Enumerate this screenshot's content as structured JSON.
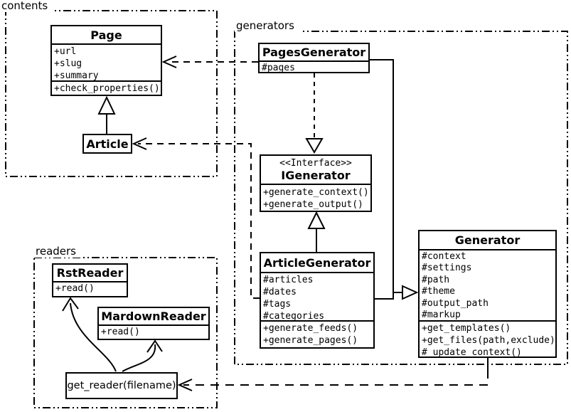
{
  "packages": {
    "contents": {
      "label": "contents"
    },
    "generators": {
      "label": "generators"
    },
    "readers": {
      "label": "readers"
    }
  },
  "classes": {
    "page": {
      "name": "Page",
      "attributes": [
        "+url",
        "+slug",
        "+summary"
      ],
      "methods": [
        "+check_properties()"
      ]
    },
    "article": {
      "name": "Article"
    },
    "pages_generator": {
      "name": "PagesGenerator",
      "attributes": [
        "#pages"
      ]
    },
    "igenerator": {
      "stereotype": "<<Interface>>",
      "name": "IGenerator",
      "methods": [
        "+generate_context()",
        "+generate_output()"
      ]
    },
    "article_generator": {
      "name": "ArticleGenerator",
      "attributes": [
        "#articles",
        "#dates",
        "#tags",
        "#categories"
      ],
      "methods": [
        "+generate_feeds()",
        "+generate_pages()"
      ]
    },
    "generator": {
      "name": "Generator",
      "attributes": [
        "#context",
        "#settings",
        "#path",
        "#theme",
        "#output_path",
        "#markup"
      ],
      "methods": [
        "+get_templates()",
        "+get_files(path,exclude)",
        "#_update_context()"
      ]
    },
    "rst_reader": {
      "name": "RstReader",
      "methods": [
        "+read()"
      ]
    },
    "mardown_reader": {
      "name": "MardownReader",
      "methods": [
        "+read()"
      ]
    },
    "get_reader": {
      "label": "get_reader(filename)"
    }
  },
  "relationships": [
    {
      "type": "inheritance",
      "from": "Article",
      "to": "Page"
    },
    {
      "type": "dependency",
      "from": "PagesGenerator",
      "to": "Page"
    },
    {
      "type": "dependency",
      "from": "ArticleGenerator",
      "to": "Article"
    },
    {
      "type": "realization",
      "from": "PagesGenerator",
      "to": "IGenerator"
    },
    {
      "type": "inheritance",
      "from": "ArticleGenerator",
      "to": "IGenerator"
    },
    {
      "type": "inheritance",
      "from": "PagesGenerator",
      "to": "Generator"
    },
    {
      "type": "inheritance",
      "from": "ArticleGenerator",
      "to": "Generator"
    },
    {
      "type": "dependency",
      "from": "Generator",
      "to": "get_reader(filename)"
    },
    {
      "type": "association",
      "from": "get_reader(filename)",
      "to": "RstReader"
    },
    {
      "type": "association",
      "from": "get_reader(filename)",
      "to": "MardownReader"
    }
  ],
  "colors": {
    "line": "#000000",
    "background": "#ffffff"
  }
}
